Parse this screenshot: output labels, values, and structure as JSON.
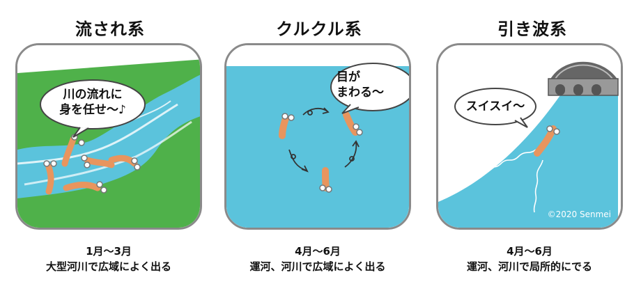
{
  "panels": [
    {
      "title": "流され系",
      "bubble_lines": [
        "川の流れに",
        "身を任せ～♪"
      ],
      "period": "1月～3月",
      "description": "大型河川で広域によく出る"
    },
    {
      "title": "クルクル系",
      "bubble_lines": [
        "目が",
        "まわる～"
      ],
      "period": "4月～6月",
      "description": "運河、河川で広域によく出る"
    },
    {
      "title": "引き波系",
      "bubble_lines": [
        "スイスイ～"
      ],
      "period": "4月～6月",
      "description": "運河、河川で局所的にでる",
      "copyright": "©2020 Senmei"
    }
  ],
  "colors": {
    "water": "#5bc3dc",
    "land": "#4fb14a",
    "creature": "#e8955e",
    "frame": "#8a8a8a"
  }
}
